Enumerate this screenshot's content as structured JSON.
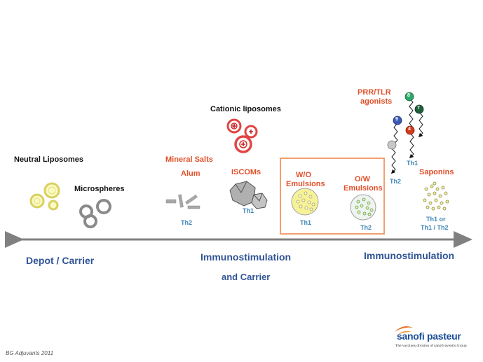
{
  "labels": {
    "neutral_liposomes": "Neutral Liposomes",
    "microspheres": "Microspheres",
    "mineral_salts": "Mineral Salts",
    "alum": "Alum",
    "iscoms": "ISCOMs",
    "cationic_liposomes": "Cationic liposomes",
    "wo_emulsions_line1": "W/O",
    "wo_emulsions_line2": "Emulsions",
    "ow_emulsions_line1": "O/W",
    "ow_emulsions_line2": "Emulsions",
    "prr_tlr_line1": "PRR/TLR",
    "prr_tlr_line2": "agonists",
    "saponins": "Saponins"
  },
  "th": {
    "alum": "Th2",
    "iscoms": "Th1",
    "wo": "Th1",
    "ow": "Th2",
    "tlr_th1": "Th1",
    "tlr_th2": "Th2",
    "saponins_line1": "Th1 or",
    "saponins_line2": "Th1 / Th2"
  },
  "tlr_numbers": [
    "8",
    "7",
    "9",
    "4"
  ],
  "axis": {
    "left": "Depot / Carrier",
    "middle_line1": "Immunostimulation",
    "middle_line2": "and Carrier",
    "right": "Immunostimulation"
  },
  "footer": {
    "credit": "BG Adjuvants 2011",
    "logo_text": "sanofi pasteur",
    "logo_tagline": "The vaccines division of sanofi-aventis Group"
  },
  "colors": {
    "red_label": "#e0502a",
    "blue_text": "#2f5496",
    "th_text": "#3f86b8",
    "box_border": "#f0a070",
    "liposome_yellow": "#f4f080"
  }
}
